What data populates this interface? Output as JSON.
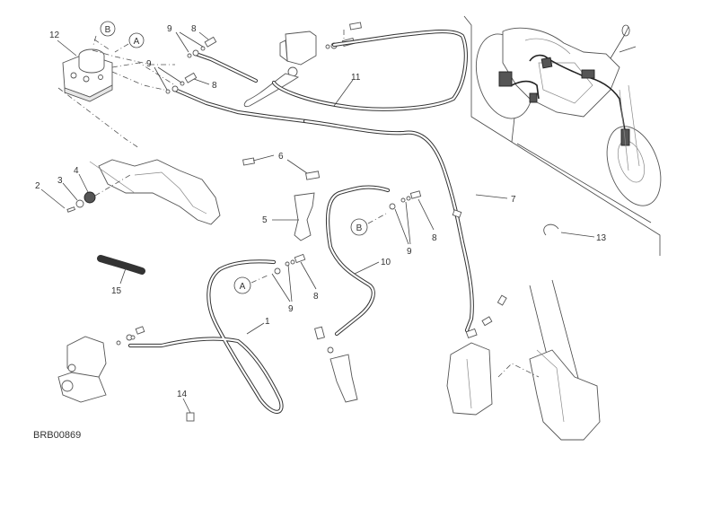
{
  "diagram": {
    "title": "Brake system parts diagram",
    "code": "BRB00869",
    "references": [
      {
        "id": "A",
        "label": "A"
      },
      {
        "id": "B",
        "label": "B"
      }
    ],
    "callouts": [
      {
        "part": "1",
        "label": "1",
        "description": "rear brake hose"
      },
      {
        "part": "2",
        "label": "2",
        "description": "screw"
      },
      {
        "part": "3",
        "label": "3",
        "description": "washer"
      },
      {
        "part": "4",
        "label": "4",
        "description": "grommet"
      },
      {
        "part": "5",
        "label": "5",
        "description": "bracket"
      },
      {
        "part": "6",
        "label": "6",
        "description": "hose clips"
      },
      {
        "part": "7",
        "label": "7",
        "description": "front brake hose"
      },
      {
        "part": "8",
        "label": "8",
        "description": "banjo bolt"
      },
      {
        "part": "9",
        "label": "9",
        "description": "sealing washers"
      },
      {
        "part": "10",
        "label": "10",
        "description": "rear master cylinder hose"
      },
      {
        "part": "11",
        "label": "11",
        "description": "front master cylinder hose"
      },
      {
        "part": "12",
        "label": "12",
        "description": "ABS control unit"
      },
      {
        "part": "13",
        "label": "13",
        "description": "hose clamp"
      },
      {
        "part": "14",
        "label": "14",
        "description": "clip"
      },
      {
        "part": "15",
        "label": "15",
        "description": "protective sleeve"
      }
    ]
  }
}
